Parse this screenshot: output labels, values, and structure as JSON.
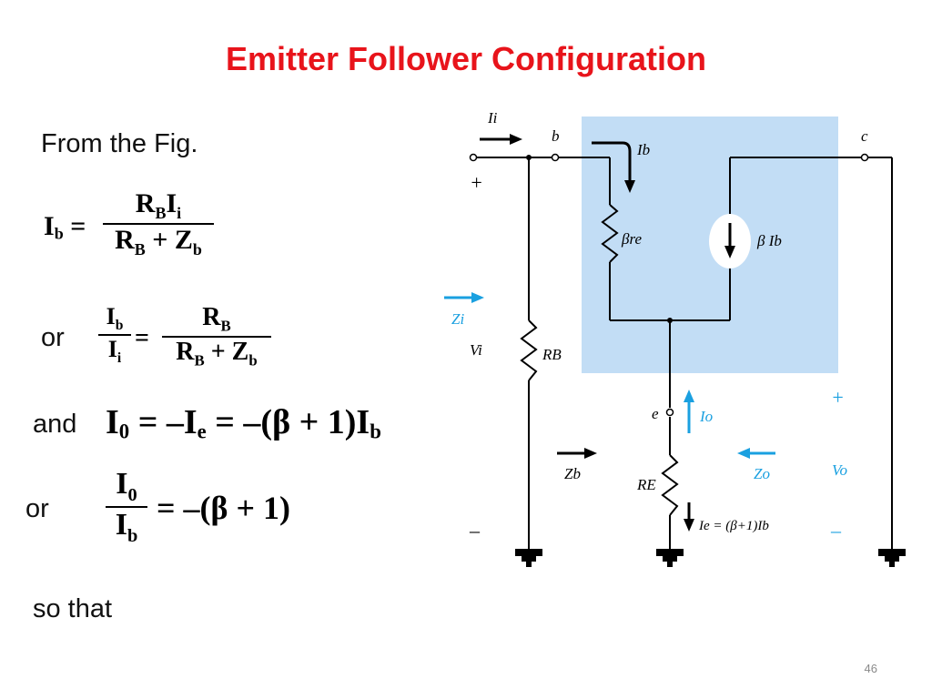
{
  "slide": {
    "title": "Emitter Follower Configuration",
    "page_number": "46"
  },
  "text": {
    "from_fig": "From the Fig.",
    "or1": "or",
    "and": "and",
    "or2": "or",
    "so_that": "so that"
  },
  "equations": {
    "eq1": {
      "lhs": "I",
      "lhs_sub": "b",
      "num": "R",
      "num_sub": "B",
      "num2": "I",
      "num2_sub": "i",
      "den": "R",
      "den_sub": "B",
      "den_plus": " + Z",
      "den_sub2": "b"
    },
    "eq2": {
      "lnum": "I",
      "lnum_sub": "b",
      "lden": "I",
      "lden_sub": "i",
      "num": "R",
      "num_sub": "B",
      "den": "R",
      "den_sub": "B",
      "den_plus": " + Z",
      "den_sub2": "b"
    },
    "eq3": {
      "a": "I",
      "a_sub": "0",
      "b": " = –I",
      "b_sub": "e",
      "c": " = –(β + 1)I",
      "c_sub": "b"
    },
    "eq4": {
      "num": "I",
      "num_sub": "0",
      "den": "I",
      "den_sub": "b",
      "rhs": "= –(β + 1)"
    }
  },
  "circuit": {
    "labels": {
      "Ii": "Ii",
      "b": "b",
      "c": "c",
      "Ib": "Ib",
      "beta_re": "βre",
      "beta_Ib": "β Ib",
      "plus_in": "+",
      "minus_in": "–",
      "Zi": "Zi",
      "Vi": "Vi",
      "RB": "RB",
      "e": "e",
      "Io": "Io",
      "Zb": "Zb",
      "RE": "RE",
      "Zo": "Zo",
      "Vo": "Vo",
      "plus_out": "+",
      "minus_out": "–",
      "Ie_expr": "Ie = (β+1)Ib"
    },
    "colors": {
      "highlight": "#c2ddf5",
      "blue_arrow": "#1aa0e0",
      "wire": "#000000",
      "title_red": "#e8141b"
    }
  }
}
